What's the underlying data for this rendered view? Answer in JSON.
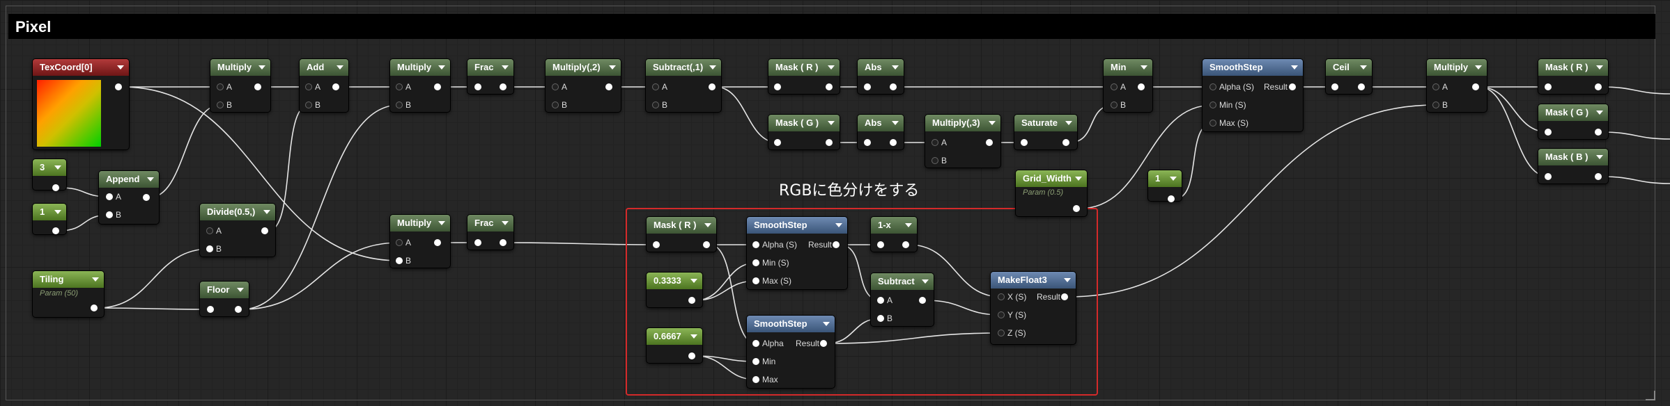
{
  "editor": {
    "section_title": "Pixel",
    "comment": "RGBに色分けをする"
  },
  "nodes": {
    "texcoord": {
      "title": "TexCoord[0]"
    },
    "c3": {
      "title": "3"
    },
    "c1a": {
      "title": "1"
    },
    "append": {
      "title": "Append",
      "pin_a": "A",
      "pin_b": "B"
    },
    "tiling": {
      "title": "Tiling",
      "sub": "Param (50)"
    },
    "mul1": {
      "title": "Multiply",
      "pin_a": "A",
      "pin_b": "B"
    },
    "divide": {
      "title": "Divide(0.5,)",
      "pin_a": "A",
      "pin_b": "B"
    },
    "floor": {
      "title": "Floor"
    },
    "add": {
      "title": "Add",
      "pin_a": "A",
      "pin_b": "B"
    },
    "mul2": {
      "title": "Multiply",
      "pin_a": "A",
      "pin_b": "B"
    },
    "mul3": {
      "title": "Multiply",
      "pin_a": "A",
      "pin_b": "B"
    },
    "frac1": {
      "title": "Frac"
    },
    "frac2": {
      "title": "Frac"
    },
    "mul_2": {
      "title": "Multiply(,2)",
      "pin_a": "A",
      "pin_b": "B"
    },
    "sub1": {
      "title": "Subtract(,1)",
      "pin_a": "A",
      "pin_b": "B"
    },
    "mask_r": {
      "title": "Mask ( R )"
    },
    "mask_g": {
      "title": "Mask ( G )"
    },
    "abs1": {
      "title": "Abs"
    },
    "abs2": {
      "title": "Abs"
    },
    "mul_3": {
      "title": "Multiply(,3)",
      "pin_a": "A",
      "pin_b": "B"
    },
    "saturate": {
      "title": "Saturate"
    },
    "min": {
      "title": "Min",
      "pin_a": "A",
      "pin_b": "B"
    },
    "grid_width": {
      "title": "Grid_Width",
      "sub": "Param (0.5)"
    },
    "c1b": {
      "title": "1"
    },
    "smooth1": {
      "title": "SmoothStep",
      "pin_alpha": "Alpha (S)",
      "pin_result": "Result",
      "pin_min": "Min (S)",
      "pin_max": "Max (S)"
    },
    "ceil": {
      "title": "Ceil"
    },
    "mul4": {
      "title": "Multiply",
      "pin_a": "A",
      "pin_b": "B"
    },
    "out_r": {
      "title": "Mask ( R )"
    },
    "out_g": {
      "title": "Mask ( G )"
    },
    "out_b": {
      "title": "Mask ( B )"
    },
    "mask_r2": {
      "title": "Mask ( R )"
    },
    "c0333": {
      "title": "0.3333"
    },
    "c0667": {
      "title": "0.6667"
    },
    "smooth2": {
      "title": "SmoothStep",
      "pin_alpha": "Alpha (S)",
      "pin_result": "Result",
      "pin_min": "Min (S)",
      "pin_max": "Max (S)"
    },
    "smooth3": {
      "title": "SmoothStep",
      "pin_alpha": "Alpha",
      "pin_result": "Result",
      "pin_min": "Min",
      "pin_max": "Max"
    },
    "oneminus": {
      "title": "1-x"
    },
    "subtract": {
      "title": "Subtract",
      "pin_a": "A",
      "pin_b": "B"
    },
    "makefloat3": {
      "title": "MakeFloat3",
      "pin_x": "X (S)",
      "pin_result": "Result",
      "pin_y": "Y (S)",
      "pin_z": "Z (S)"
    }
  },
  "colors": {
    "header_green": "#3d5534",
    "header_lightgreen": "#4c7420",
    "header_blue": "#3a5578",
    "header_red": "#6e1616",
    "comment_box": "#d42a2a",
    "wire": "#e6e6e6"
  }
}
